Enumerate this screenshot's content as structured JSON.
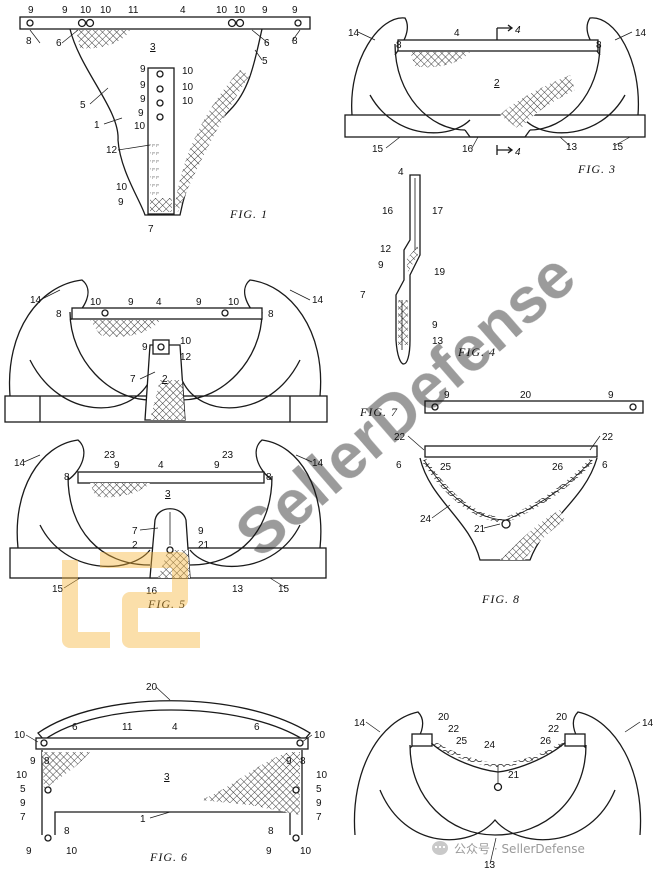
{
  "figures": {
    "fig1": {
      "caption": "FIG. 1",
      "labels": [
        "9",
        "9",
        "10",
        "10",
        "11",
        "4",
        "10",
        "10",
        "9",
        "9",
        "8",
        "6",
        "3",
        "6",
        "8",
        "5",
        "5",
        "1",
        "9",
        "10",
        "9",
        "10",
        "9",
        "10",
        "9",
        "10",
        "12",
        "10",
        "9",
        "7"
      ]
    },
    "fig2": {
      "labels": [
        "14",
        "10",
        "9",
        "4",
        "9",
        "10",
        "14",
        "8",
        "8",
        "9",
        "10",
        "12",
        "7",
        "2"
      ]
    },
    "fig3": {
      "caption": "FIG. 3",
      "labels": [
        "14",
        "4",
        "4",
        "14",
        "8",
        "8",
        "2",
        "15",
        "16",
        "4",
        "13",
        "15"
      ]
    },
    "fig4": {
      "caption": "FIG. 4",
      "labels": [
        "4",
        "16",
        "17",
        "12",
        "9",
        "19",
        "7",
        "9",
        "13"
      ]
    },
    "fig5": {
      "caption": "FIG. 5",
      "labels": [
        "14",
        "23",
        "9",
        "4",
        "9",
        "23",
        "14",
        "8",
        "8",
        "3",
        "7",
        "9",
        "2",
        "21",
        "15",
        "16",
        "13",
        "15"
      ]
    },
    "fig6": {
      "caption": "FIG. 6",
      "labels": [
        "20",
        "10",
        "11",
        "4",
        "10",
        "9",
        "6",
        "6",
        "8",
        "9",
        "8",
        "3",
        "10",
        "5",
        "9",
        "7",
        "1",
        "8",
        "8",
        "9",
        "10",
        "10",
        "5",
        "9",
        "7",
        "9",
        "10"
      ]
    },
    "fig7": {
      "caption": "FIG. 7",
      "labels": [
        "9",
        "20",
        "9"
      ]
    },
    "fig8": {
      "caption": "FIG. 8",
      "labels": [
        "22",
        "22",
        "6",
        "25",
        "26",
        "6",
        "24",
        "21"
      ]
    },
    "fig9": {
      "labels": [
        "14",
        "20",
        "22",
        "25",
        "24",
        "20",
        "22",
        "26",
        "14",
        "21",
        "13"
      ]
    }
  },
  "watermark": {
    "text": "SellerDefense",
    "color": "#f5b335"
  },
  "credit": {
    "text": "公众号 · SellerDefense",
    "icon": "wechat-bubble-icon"
  }
}
